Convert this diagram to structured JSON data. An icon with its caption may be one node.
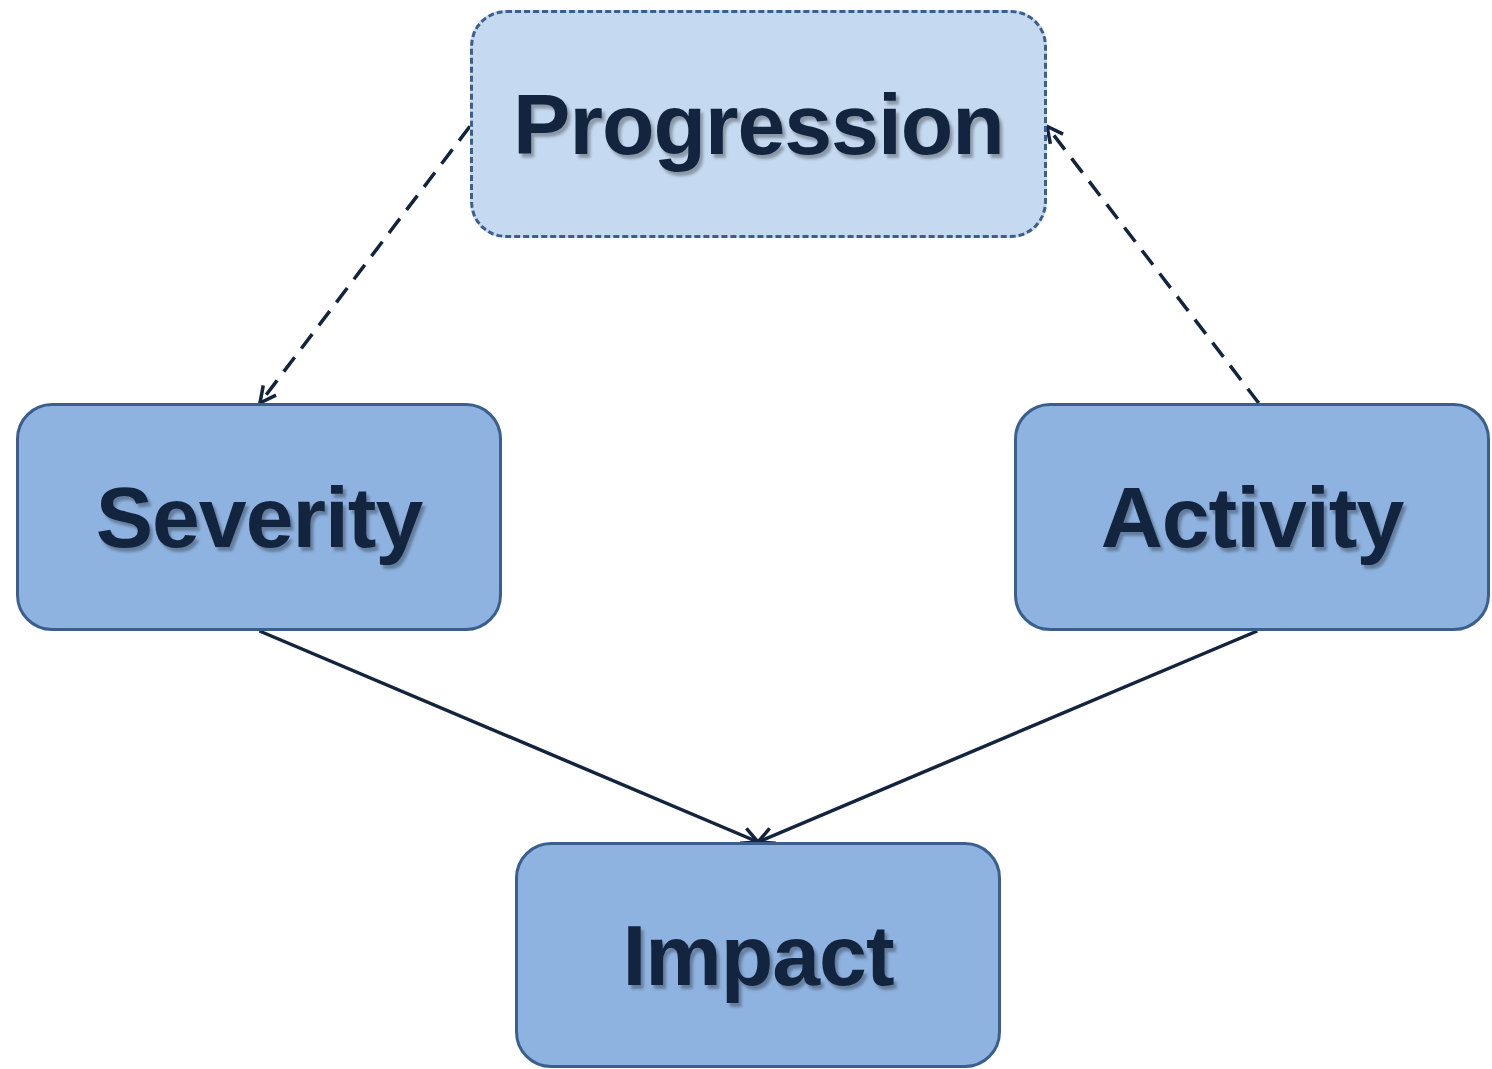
{
  "diagram": {
    "nodes": [
      {
        "text": [
          "Progression"
        ]
      },
      {
        "text": [
          "Severity"
        ]
      },
      {
        "text": [
          "Activity"
        ]
      },
      {
        "text": [
          "Impact"
        ]
      }
    ],
    "edges": [
      {
        "from": 0,
        "to": 1,
        "arrow": "to",
        "style": "dashed"
      },
      {
        "from": 2,
        "to": 0,
        "arrow": "to",
        "style": "dashed"
      },
      {
        "from": 1,
        "to": 3,
        "arrow": "to"
      },
      {
        "from": 2,
        "to": 3,
        "arrow": "to"
      }
    ]
  }
}
